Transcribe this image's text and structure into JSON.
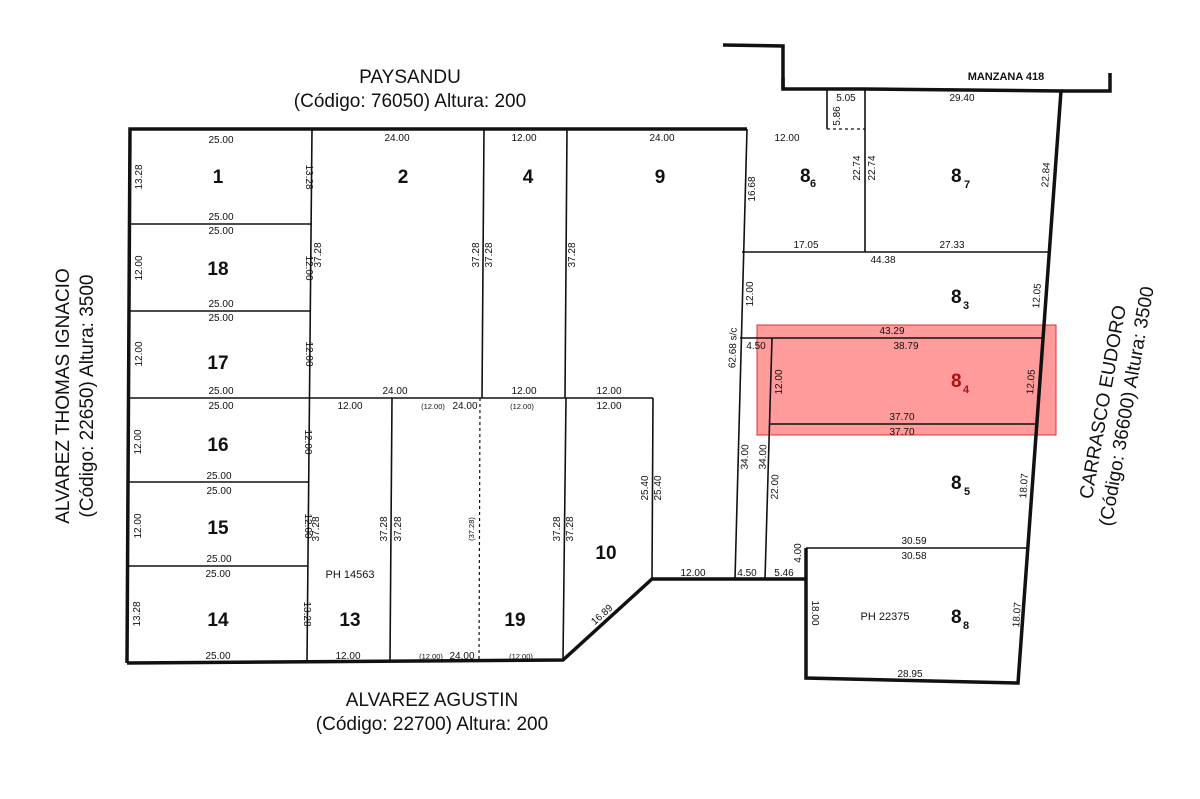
{
  "streets": {
    "north": {
      "name": "PAYSANDU",
      "detail": "(Código: 76050) Altura: 200"
    },
    "south": {
      "name": "ALVAREZ AGUSTIN",
      "detail": "(Código: 22700) Altura: 200"
    },
    "west": {
      "name": "ALVAREZ THOMAS IGNACIO",
      "detail": "(Código: 22650) Altura: 3500"
    },
    "east": {
      "name": "CARRASCO EUDORO",
      "detail": "(Código: 36600) Altura: 3500"
    }
  },
  "block_label": "MANZANA 418",
  "highlight": {
    "lot": "8",
    "sub": "4",
    "color": "#ff8a8a"
  },
  "lots": [
    {
      "id": "1",
      "label": "1",
      "sub": ""
    },
    {
      "id": "18",
      "label": "18",
      "sub": ""
    },
    {
      "id": "17",
      "label": "17",
      "sub": ""
    },
    {
      "id": "16",
      "label": "16",
      "sub": ""
    },
    {
      "id": "15",
      "label": "15",
      "sub": ""
    },
    {
      "id": "14",
      "label": "14",
      "sub": ""
    },
    {
      "id": "2",
      "label": "2",
      "sub": ""
    },
    {
      "id": "4",
      "label": "4",
      "sub": ""
    },
    {
      "id": "9",
      "label": "9",
      "sub": ""
    },
    {
      "id": "13",
      "label": "13",
      "sub": ""
    },
    {
      "id": "19",
      "label": "19",
      "sub": ""
    },
    {
      "id": "10",
      "label": "10",
      "sub": ""
    },
    {
      "id": "8-6",
      "label": "8",
      "sub": "6"
    },
    {
      "id": "8-7",
      "label": "8",
      "sub": "7"
    },
    {
      "id": "8-3",
      "label": "8",
      "sub": "3"
    },
    {
      "id": "8-4",
      "label": "8",
      "sub": "4"
    },
    {
      "id": "8-5",
      "label": "8",
      "sub": "5"
    },
    {
      "id": "8-8",
      "label": "8",
      "sub": "8"
    }
  ],
  "ph_labels": {
    "lot13": "PH 14563",
    "lot8_8": "PH 22375"
  },
  "dimensions": [
    {
      "id": "d01",
      "text": "25.00"
    },
    {
      "id": "d02",
      "text": "13.28"
    },
    {
      "id": "d03",
      "text": "13.28"
    },
    {
      "id": "d04",
      "text": "25.00"
    },
    {
      "id": "d05",
      "text": "25.00"
    },
    {
      "id": "d06",
      "text": "12.00"
    },
    {
      "id": "d07",
      "text": "12.00"
    },
    {
      "id": "d08",
      "text": "25.00"
    },
    {
      "id": "d09",
      "text": "25.00"
    },
    {
      "id": "d10",
      "text": "12.00"
    },
    {
      "id": "d11",
      "text": "12.00"
    },
    {
      "id": "d12",
      "text": "25.00"
    },
    {
      "id": "d13",
      "text": "25.00"
    },
    {
      "id": "d14",
      "text": "12.00"
    },
    {
      "id": "d15",
      "text": "12.00"
    },
    {
      "id": "d16",
      "text": "25.00"
    },
    {
      "id": "d17",
      "text": "25.00"
    },
    {
      "id": "d18",
      "text": "12.00"
    },
    {
      "id": "d19",
      "text": "12.00"
    },
    {
      "id": "d20",
      "text": "25.00"
    },
    {
      "id": "d21",
      "text": "25.00"
    },
    {
      "id": "d22",
      "text": "13.28"
    },
    {
      "id": "d23",
      "text": "13.28"
    },
    {
      "id": "d24",
      "text": "25.00"
    },
    {
      "id": "d25",
      "text": "24.00"
    },
    {
      "id": "d26",
      "text": "37.28"
    },
    {
      "id": "d27",
      "text": "37.28"
    },
    {
      "id": "d28",
      "text": "24.00"
    },
    {
      "id": "d29",
      "text": "12.00"
    },
    {
      "id": "d30",
      "text": "37.28"
    },
    {
      "id": "d31",
      "text": "37.28"
    },
    {
      "id": "d32",
      "text": "12.00"
    },
    {
      "id": "d33",
      "text": "24.00"
    },
    {
      "id": "d34",
      "text": "12.00"
    },
    {
      "id": "d35",
      "text": "12.00"
    },
    {
      "id": "d36",
      "text": "(12.00)"
    },
    {
      "id": "d37",
      "text": "24.00"
    },
    {
      "id": "d38",
      "text": "(12.00)"
    },
    {
      "id": "d39",
      "text": "37.28"
    },
    {
      "id": "d40",
      "text": "37.28"
    },
    {
      "id": "d41",
      "text": "37.28"
    },
    {
      "id": "d42",
      "text": "(37.28)"
    },
    {
      "id": "d43",
      "text": "37.28"
    },
    {
      "id": "d44",
      "text": "37.28"
    },
    {
      "id": "d45",
      "text": "12.00"
    },
    {
      "id": "d46",
      "text": "(12.00)"
    },
    {
      "id": "d47",
      "text": "24.00"
    },
    {
      "id": "d48",
      "text": "(12.00)"
    },
    {
      "id": "d49",
      "text": "12.00"
    },
    {
      "id": "d50",
      "text": "25.40"
    },
    {
      "id": "d51",
      "text": "25.40"
    },
    {
      "id": "d52",
      "text": "16.89"
    },
    {
      "id": "d53",
      "text": "12.00"
    },
    {
      "id": "d54",
      "text": "4.50"
    },
    {
      "id": "d55",
      "text": "5.46"
    },
    {
      "id": "d56",
      "text": "12.00"
    },
    {
      "id": "d57",
      "text": "16.68"
    },
    {
      "id": "d58",
      "text": "22.74"
    },
    {
      "id": "d59",
      "text": "22.74"
    },
    {
      "id": "d60",
      "text": "5.05"
    },
    {
      "id": "d61",
      "text": "5.86"
    },
    {
      "id": "d62",
      "text": "29.40"
    },
    {
      "id": "d63",
      "text": "22.84"
    },
    {
      "id": "d64",
      "text": "17.05"
    },
    {
      "id": "d65",
      "text": "27.33"
    },
    {
      "id": "d66",
      "text": "44.38"
    },
    {
      "id": "d67",
      "text": "12.00"
    },
    {
      "id": "d68",
      "text": "12.05"
    },
    {
      "id": "d69",
      "text": "62.68 s/c"
    },
    {
      "id": "d70",
      "text": "43.29"
    },
    {
      "id": "d71",
      "text": "4.50"
    },
    {
      "id": "d72",
      "text": "38.79"
    },
    {
      "id": "d73",
      "text": "12.00"
    },
    {
      "id": "d74",
      "text": "12.05"
    },
    {
      "id": "d75",
      "text": "37.70"
    },
    {
      "id": "d76",
      "text": "37.70"
    },
    {
      "id": "d77",
      "text": "34.00"
    },
    {
      "id": "d78",
      "text": "34.00"
    },
    {
      "id": "d79",
      "text": "22.00"
    },
    {
      "id": "d80",
      "text": "18.07"
    },
    {
      "id": "d81",
      "text": "4.00"
    },
    {
      "id": "d82",
      "text": "30.59"
    },
    {
      "id": "d83",
      "text": "30.58"
    },
    {
      "id": "d84",
      "text": "18.00"
    },
    {
      "id": "d85",
      "text": "18.07"
    },
    {
      "id": "d86",
      "text": "28.95"
    }
  ]
}
